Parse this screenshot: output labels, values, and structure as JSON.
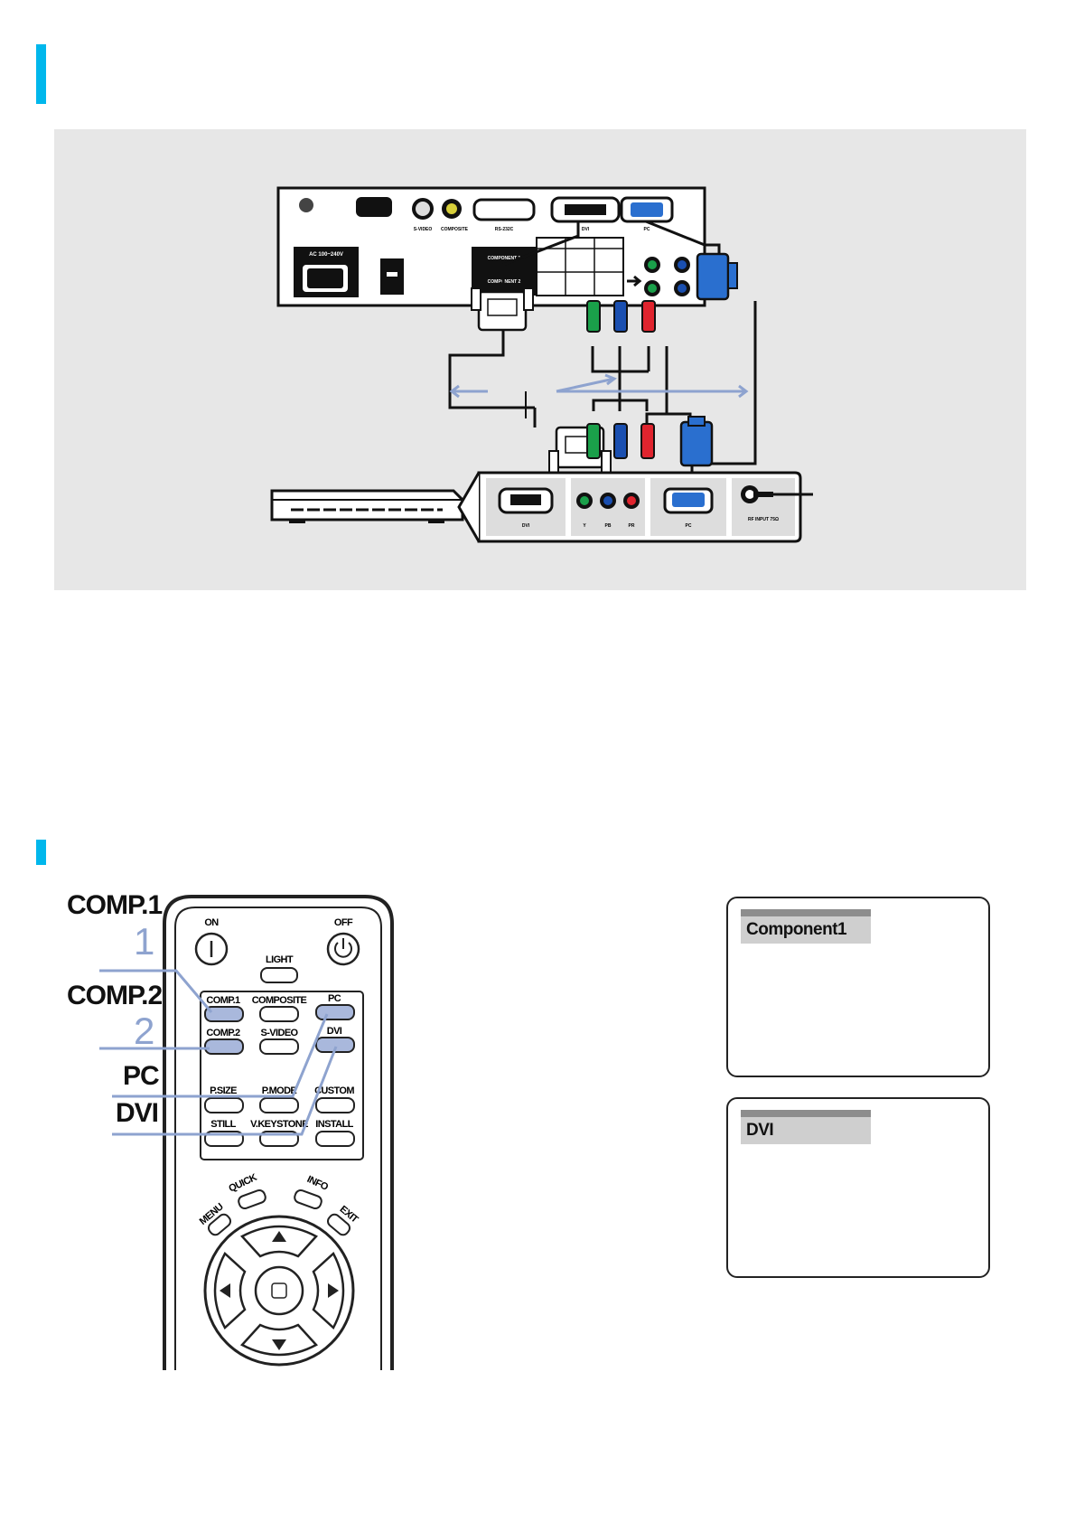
{
  "colors": {
    "accent": "#00b7ec",
    "panel_bg": "#e7e7e7",
    "callout_line": "#8ea3cf",
    "cable_green": "#1aa04a",
    "cable_blue": "#1a4fb0",
    "cable_red": "#e0242e",
    "vga_blue": "#2a6fcf"
  },
  "projector_panel": {
    "ac_label": "AC 100~240V",
    "ports": [
      "S-VIDEO",
      "COMPOSITE",
      "RS-232C",
      "DVI",
      "PC"
    ],
    "component_rows": [
      "COMPONENT 1",
      "COMPONENT 2"
    ]
  },
  "source_panel": {
    "ports": [
      "DVI",
      "Y",
      "PB",
      "PR",
      "PC"
    ],
    "rf_label": "RF INPUT 75Ω"
  },
  "callouts": [
    {
      "label": "COMP.1",
      "number": "1"
    },
    {
      "label": "COMP.2",
      "number": "2"
    },
    {
      "label": "PC"
    },
    {
      "label": "DVI"
    }
  ],
  "remote": {
    "power": [
      "ON",
      "OFF"
    ],
    "light": "LIGHT",
    "row1": [
      "COMP.1",
      "COMPOSITE",
      "PC"
    ],
    "row2": [
      "COMP.2",
      "S-VIDEO",
      "DVI"
    ],
    "row3": [
      "P.SIZE",
      "P.MODE",
      "CUSTOM"
    ],
    "row4": [
      "STILL",
      "V.KEYSTONE",
      "INSTALL"
    ],
    "nav": [
      "MENU",
      "QUICK",
      "INFO",
      "EXIT"
    ],
    "pc_key_text": "PC",
    "dvi_key_text": "DVI"
  },
  "osd_screens": [
    {
      "title": "Component1"
    },
    {
      "title": "DVI"
    }
  ]
}
